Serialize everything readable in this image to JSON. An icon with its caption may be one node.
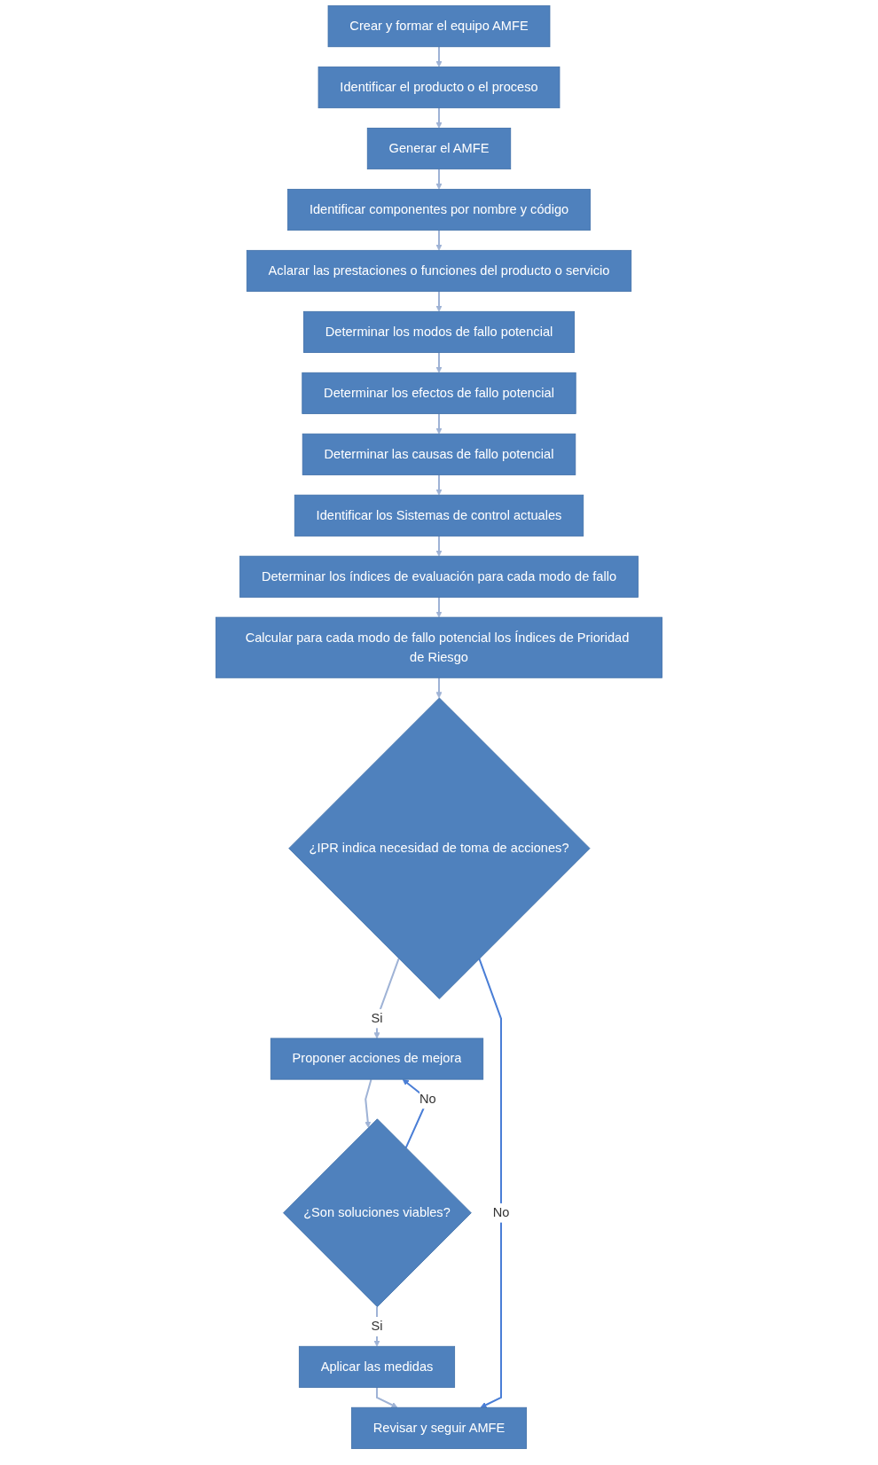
{
  "diagram": {
    "nodes": [
      {
        "text": [
          "Crear y formar el equipo AMFE"
        ]
      },
      {
        "text": [
          "Identificar el producto o el proceso"
        ]
      },
      {
        "text": [
          "Generar el AMFE"
        ]
      },
      {
        "text": [
          "Identificar componentes por nombre y código"
        ]
      },
      {
        "text": [
          "Aclarar las prestaciones o funciones del producto o servicio"
        ]
      },
      {
        "text": [
          "Determinar los modos de fallo potencial"
        ]
      },
      {
        "text": [
          "Determinar los efectos de fallo potencial"
        ]
      },
      {
        "text": [
          "Determinar las causas de fallo potencial"
        ]
      },
      {
        "text": [
          "Identificar los Sistemas de control actuales"
        ]
      },
      {
        "text": [
          "Determinar los índices de evaluación para cada modo de fallo"
        ]
      },
      {
        "text": [
          "Calcular para cada modo de fallo potencial los Índices de Prioridad de Riesgo"
        ]
      },
      {
        "text": [
          "¿IPR indica necesidad de toma de acciones?"
        ]
      },
      {
        "text": [
          "Proponer acciones de mejora"
        ]
      },
      {
        "text": [
          "¿Son soluciones viables?"
        ]
      },
      {
        "text": [
          "Aplicar las medidas"
        ]
      },
      {
        "text": [
          "Revisar y seguir AMFE"
        ]
      }
    ],
    "edges": [
      {
        "from": 0,
        "to": 1,
        "arrow": "to"
      },
      {
        "from": 1,
        "to": 2,
        "arrow": "to"
      },
      {
        "from": 2,
        "to": 3,
        "arrow": "to"
      },
      {
        "from": 3,
        "to": 4,
        "arrow": "to"
      },
      {
        "from": 4,
        "to": 5,
        "arrow": "to"
      },
      {
        "from": 5,
        "to": 6,
        "arrow": "to"
      },
      {
        "from": 6,
        "to": 7,
        "arrow": "to"
      },
      {
        "from": 7,
        "to": 8,
        "arrow": "to"
      },
      {
        "from": 8,
        "to": 9,
        "arrow": "to"
      },
      {
        "from": 9,
        "to": 10,
        "arrow": "to"
      },
      {
        "from": 10,
        "to": 11,
        "arrow": "to"
      },
      {
        "from": 11,
        "to": 12,
        "arrow": "to",
        "label": "Si"
      },
      {
        "from": 12,
        "to": 13,
        "arrow": "to"
      },
      {
        "from": 13,
        "to": 14,
        "arrow": "to",
        "label": "Si"
      },
      {
        "from": 14,
        "to": 15,
        "arrow": "to"
      },
      {
        "from": 11,
        "to": 15,
        "arrow": "to",
        "label": "No",
        "color": "#4a7ed6"
      },
      {
        "from": 13,
        "to": 12,
        "arrow": "to",
        "label": "No",
        "color": "#4a7ed6"
      }
    ]
  }
}
